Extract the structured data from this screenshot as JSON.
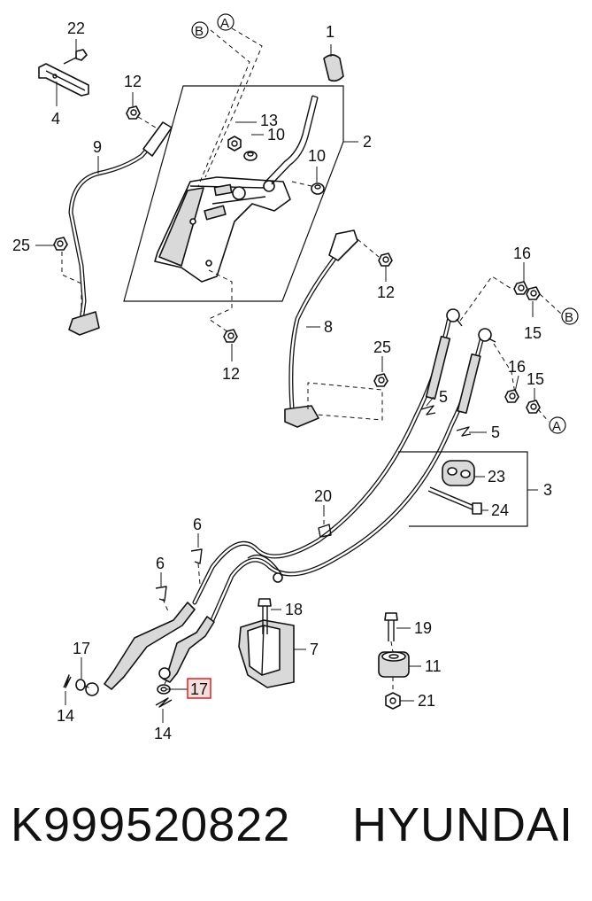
{
  "diagram": {
    "callouts": {
      "c1": "1",
      "c2": "2",
      "c3": "3",
      "c4": "4",
      "c5a": "5",
      "c5b": "5",
      "c6a": "6",
      "c6b": "6",
      "c7": "7",
      "c8": "8",
      "c9": "9",
      "c10a": "10",
      "c10b": "10",
      "c11": "11",
      "c12a": "12",
      "c12b": "12",
      "c12c": "12",
      "c13": "13",
      "c14a": "14",
      "c14b": "14",
      "c15a": "15",
      "c15b": "15",
      "c16a": "16",
      "c16b": "16",
      "c17a": "17",
      "c17b": "17",
      "c18": "18",
      "c19": "19",
      "c20": "20",
      "c21": "21",
      "c22": "22",
      "c23": "23",
      "c24": "24",
      "c25": "25"
    },
    "markers": {
      "A_top": "A",
      "B_top": "B",
      "A_right": "A",
      "B_right": "B"
    },
    "highlight_color": "#e02020"
  },
  "caption": {
    "part_code": "K999520822",
    "brand": "HYUNDAI"
  }
}
